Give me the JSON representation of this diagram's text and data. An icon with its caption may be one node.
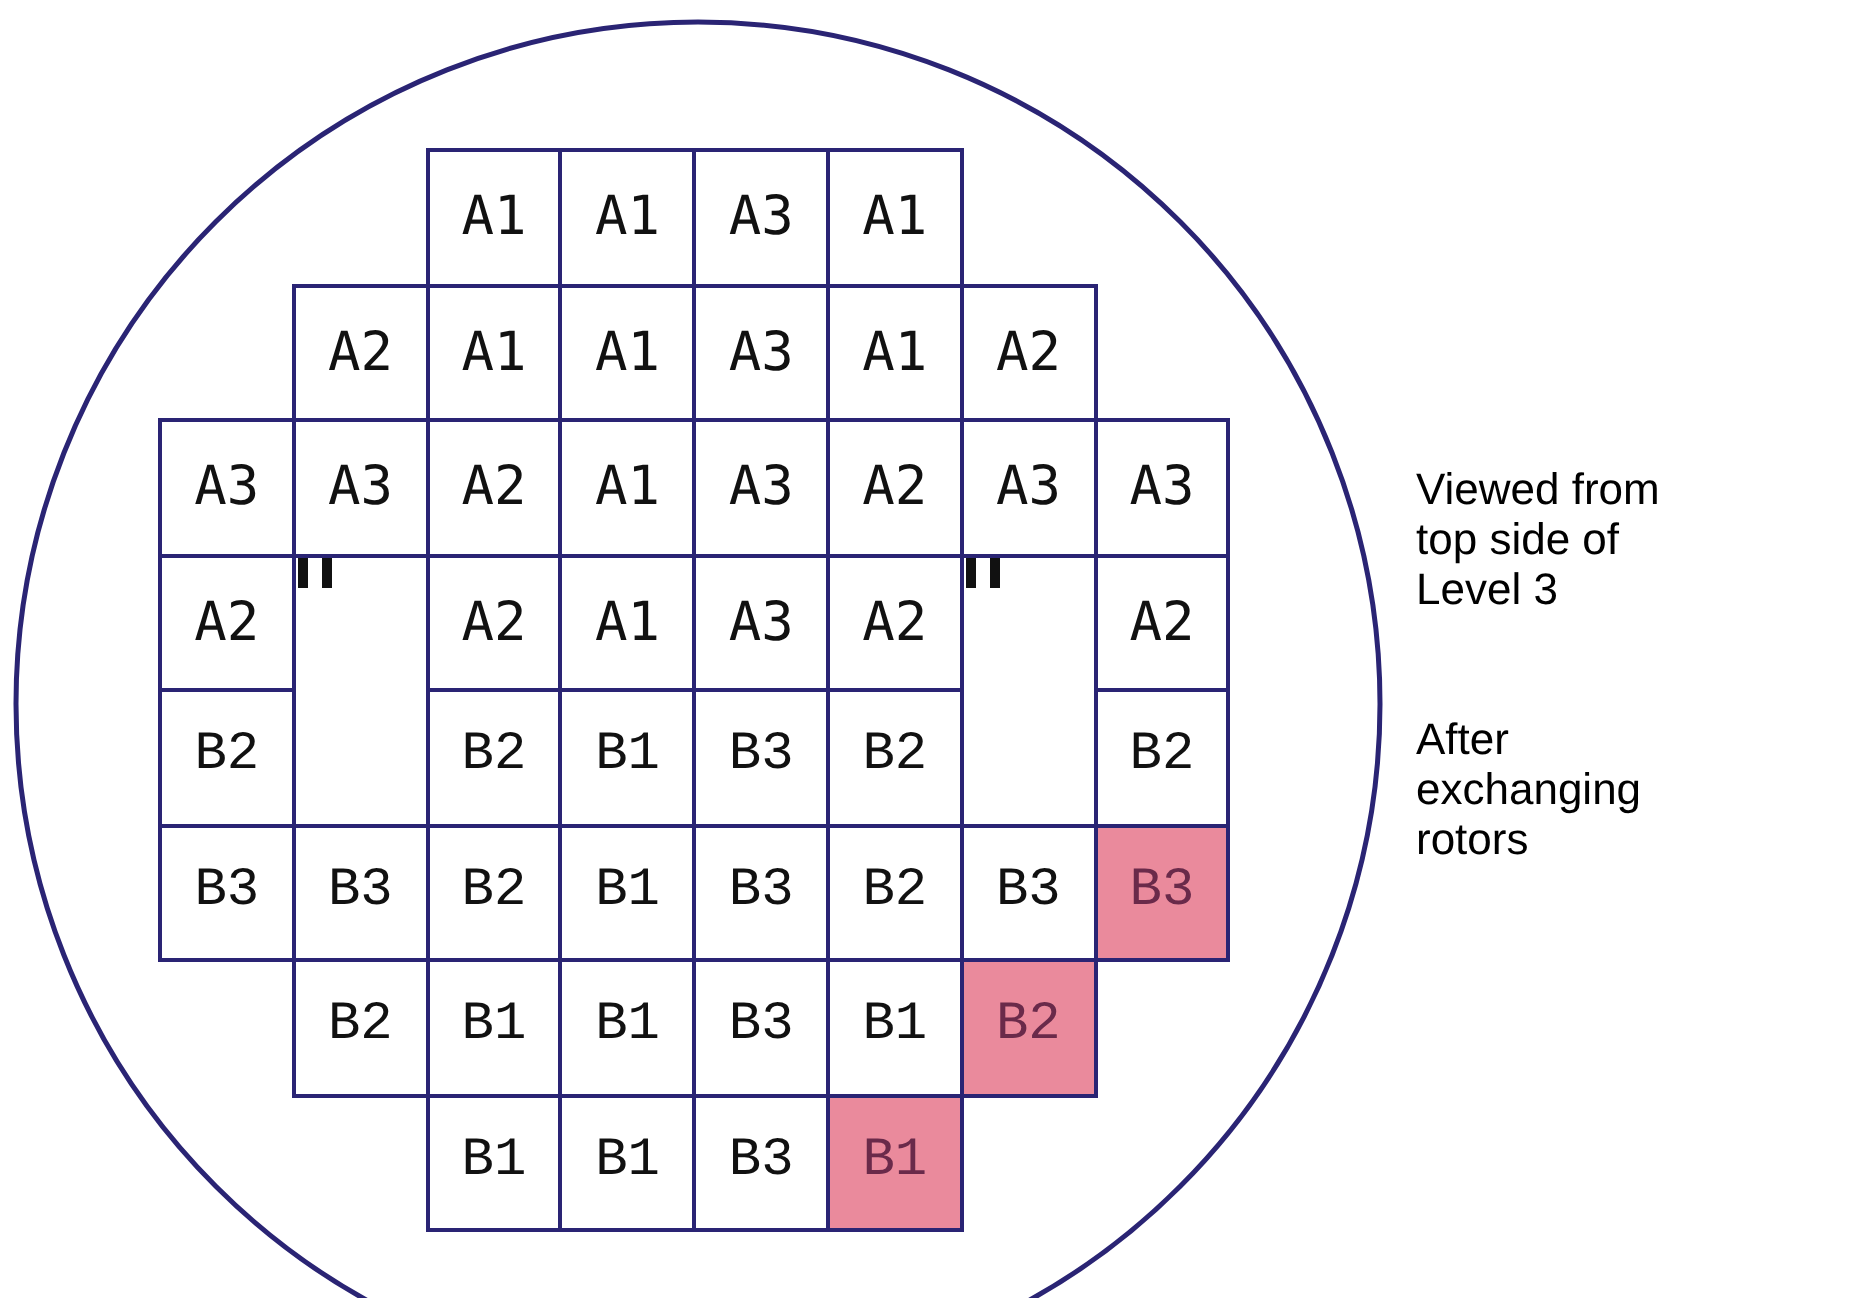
{
  "diagram": {
    "nodes": [
      {
        "text": [],
        "shape": "circle"
      },
      {
        "text": [
          "A1"
        ],
        "in": 0
      },
      {
        "text": [
          "A1"
        ],
        "in": 0
      },
      {
        "text": [
          "A3"
        ],
        "in": 0
      },
      {
        "text": [
          "A1"
        ],
        "in": 0
      },
      {
        "text": [
          "A2"
        ],
        "in": 0
      },
      {
        "text": [
          "A1"
        ],
        "in": 0
      },
      {
        "text": [
          "A1"
        ],
        "in": 0
      },
      {
        "text": [
          "A3"
        ],
        "in": 0
      },
      {
        "text": [
          "A1"
        ],
        "in": 0
      },
      {
        "text": [
          "A2"
        ],
        "in": 0
      },
      {
        "text": [
          "A3"
        ],
        "in": 0
      },
      {
        "text": [
          "A3"
        ],
        "in": 0
      },
      {
        "text": [
          "A2"
        ],
        "in": 0
      },
      {
        "text": [
          "A1"
        ],
        "in": 0
      },
      {
        "text": [
          "A3"
        ],
        "in": 0
      },
      {
        "text": [
          "A2"
        ],
        "in": 0
      },
      {
        "text": [
          "A3"
        ],
        "in": 0
      },
      {
        "text": [
          "A3"
        ],
        "in": 0
      },
      {
        "text": [
          "A2"
        ],
        "in": 0
      },
      {
        "text": [],
        "shape": "box",
        "in": 0
      },
      {
        "text": [
          "A2"
        ],
        "in": 0
      },
      {
        "text": [
          "A1"
        ],
        "in": 0
      },
      {
        "text": [
          "A3"
        ],
        "in": 0
      },
      {
        "text": [
          "A2"
        ],
        "in": 0
      },
      {
        "text": [],
        "shape": "box",
        "in": 0
      },
      {
        "text": [
          "A2"
        ],
        "in": 0
      },
      {
        "text": [
          "B2"
        ],
        "in": 0
      },
      {
        "text": [
          "B2"
        ],
        "in": 0
      },
      {
        "text": [
          "B1"
        ],
        "in": 0
      },
      {
        "text": [
          "B3"
        ],
        "in": 0
      },
      {
        "text": [
          "B2"
        ],
        "in": 0
      },
      {
        "text": [
          "B2"
        ],
        "in": 0
      },
      {
        "text": [
          "B3"
        ],
        "in": 0
      },
      {
        "text": [
          "B3"
        ],
        "in": 0
      },
      {
        "text": [
          "B2"
        ],
        "in": 0
      },
      {
        "text": [
          "B1"
        ],
        "in": 0
      },
      {
        "text": [
          "B3"
        ],
        "in": 0
      },
      {
        "text": [
          "B2"
        ],
        "in": 0
      },
      {
        "text": [
          "B3"
        ],
        "in": 0
      },
      {
        "text": [
          "B3"
        ],
        "in": 0
      },
      {
        "text": [
          "B2"
        ],
        "in": 0
      },
      {
        "text": [
          "B1"
        ],
        "in": 0
      },
      {
        "text": [
          "B1"
        ],
        "in": 0
      },
      {
        "text": [
          "B3"
        ],
        "in": 0
      },
      {
        "text": [
          "B1"
        ],
        "in": 0
      },
      {
        "text": [
          "B2"
        ],
        "in": 0
      },
      {
        "text": [
          "B1"
        ],
        "in": 0
      },
      {
        "text": [
          "B1"
        ],
        "in": 0
      },
      {
        "text": [
          "B3"
        ],
        "in": 0
      },
      {
        "text": [
          "B1"
        ],
        "in": 0
      }
    ],
    "labels": [
      "Viewed from top side of Level 3",
      "After exchanging rotors"
    ]
  }
}
